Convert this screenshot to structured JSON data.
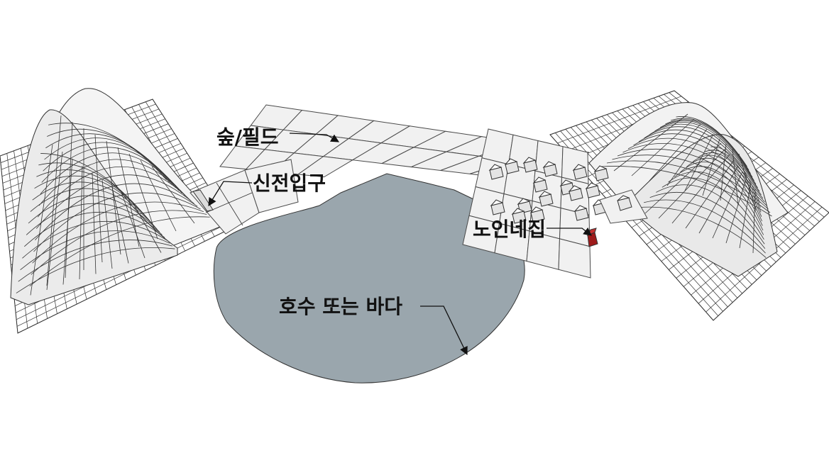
{
  "labels": {
    "forest": "숲/필드",
    "shrine_entrance": "신전입구",
    "elder_house": "노인네집",
    "lake": "호수 또는 바다"
  },
  "colors": {
    "lake": "#9aa6ad",
    "tile": "#f1f1f1",
    "ground": "#ffffff",
    "elder_house": "#9e1b1b",
    "line": "#333333"
  }
}
